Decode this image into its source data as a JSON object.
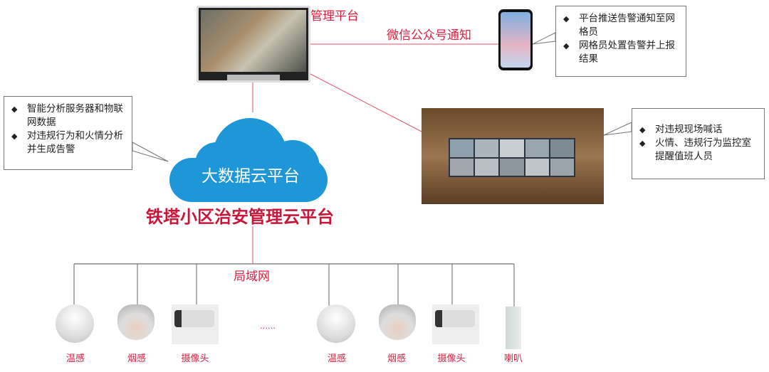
{
  "management_platform": {
    "label": "管理平台"
  },
  "wechat": {
    "label": "微信公众号通知"
  },
  "callout_top_right": {
    "items": [
      "平台推送告警通知至网格员",
      "网格员处置告警并上报结果"
    ]
  },
  "callout_left": {
    "items": [
      "智能分析服务器和物联网数据",
      "对违规行为和火情分析并生成告警"
    ]
  },
  "callout_right": {
    "items": [
      "对违规现场喊话",
      "火情、违规行为监控室提醒值班人员"
    ]
  },
  "cloud": {
    "label": "大数据云平台",
    "color": "#1e96d8"
  },
  "platform_title": "铁塔小区治安管理云平台",
  "lan": {
    "label": "局域网"
  },
  "ellipsis": "……",
  "devices": [
    {
      "label": "温感",
      "icon": "heat-detector"
    },
    {
      "label": "烟感",
      "icon": "smoke-detector"
    },
    {
      "label": "摄像头",
      "icon": "camera"
    },
    {
      "label": "温感",
      "icon": "heat-detector"
    },
    {
      "label": "烟感",
      "icon": "smoke-detector"
    },
    {
      "label": "摄像头",
      "icon": "camera"
    },
    {
      "label": "喇叭",
      "icon": "speaker"
    }
  ]
}
